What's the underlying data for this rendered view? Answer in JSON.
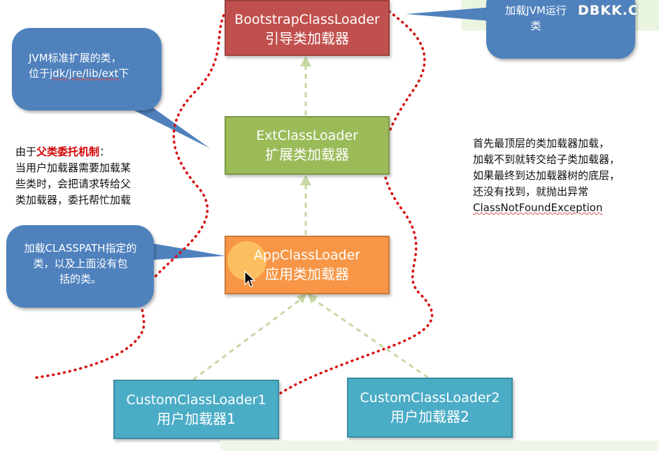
{
  "boxes": {
    "bootstrap": {
      "en": "BootstrapClassLoader",
      "cn": "引导类加载器",
      "color": "#c0504d"
    },
    "ext": {
      "en": "ExtClassLoader",
      "cn": "扩展类加载器",
      "color": "#9bbb59"
    },
    "app": {
      "en": "AppClassLoader",
      "cn": "应用类加载器",
      "color": "#f79646"
    },
    "custom1": {
      "en": "CustomClassLoader1",
      "cn": "用户加载器1",
      "color": "#4bacc6"
    },
    "custom2": {
      "en": "CustomClassLoader2",
      "cn": "用户加载器2",
      "color": "#4bacc6"
    }
  },
  "callouts": {
    "jvm_top": {
      "line1": "加载JVM运行",
      "line2": "类",
      "color": "#4f81bd"
    },
    "ext_desc": {
      "line1_pre": "JVM标准扩展的类，",
      "line2_pre": "位于",
      "line2_path": "jdk/jre/lib/ext",
      "line2_post": "下",
      "color": "#4f81bd"
    },
    "classpath_desc": {
      "line1": "加载CLASSPATH指定的",
      "line2": "类，以及上面没有包",
      "line3": "括的类。",
      "color": "#4f81bd"
    }
  },
  "notes": {
    "delegation": {
      "line1_pre": "由于",
      "line1_red": "父类委托机制",
      "line1_post": "：",
      "line2": "当用户加载器需要加载某",
      "line3": "些类时，会把请求转给父",
      "line4": "类加载器，委托帮忙加载"
    },
    "lookup": {
      "line1": "首先最顶层的类加载器加载，",
      "line2": "加载不到就转交给子类加载器，",
      "line3": "如果最终到达加载器树的底层，",
      "line4": "还没有找到，就抛出异常",
      "line5": "ClassNotFoundException"
    }
  },
  "watermark": "DBKK.C",
  "colors": {
    "arrow": "#c6d8a4",
    "dotted_path": "#d81010"
  }
}
